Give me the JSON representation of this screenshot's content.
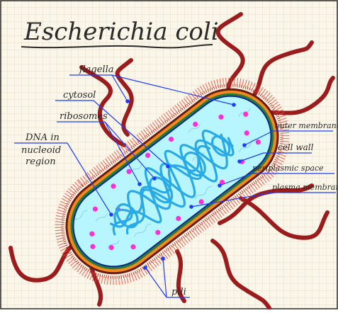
{
  "diagram": {
    "title": "Escherichia coli",
    "labels": {
      "flagella": "flagella",
      "cytosol": "cytosol",
      "ribosomes": "ribosomes",
      "dna_line1": "DNA in",
      "dna_line2": "nucleoid",
      "dna_line3": "region",
      "outer_membrane": "outer membrane",
      "cell_wall": "cell wall",
      "periplasmic_space": "periplasmic space",
      "plasma_membrane": "plasma membrane",
      "pili": "pili"
    },
    "colors": {
      "paper": "#fbf6ea",
      "grid": "#e8dcc3",
      "ink": "#2a2a2a",
      "leader": "#1f3cff",
      "flagella": "#9b1c1c",
      "outer_membrane": "#6a1a12",
      "cell_wall": "#f08a1e",
      "periplasm": "#2a7b3b",
      "cytosol": "#b8f6ff",
      "dna": "#29a9e6",
      "ribosome": "#ff2fd7"
    }
  }
}
